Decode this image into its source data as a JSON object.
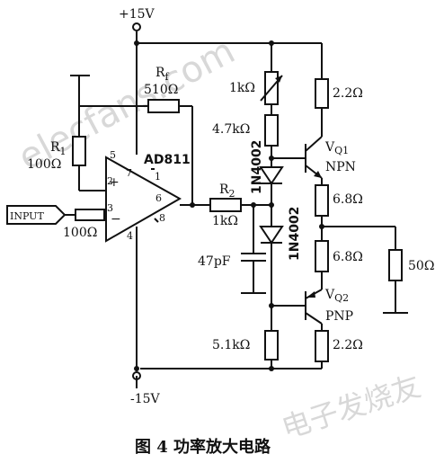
{
  "supply": {
    "pos": "+15V",
    "neg": "-15V"
  },
  "opamp": {
    "name": "AD811",
    "pins": {
      "p1": "1",
      "p2": "2",
      "p3": "3",
      "p4": "4",
      "p5": "5",
      "p6": "6",
      "p7": "7",
      "p8": "8"
    }
  },
  "components": {
    "rf_name": "R",
    "rf_sub": "f",
    "rf_value": "510Ω",
    "r1_name": "R",
    "r1_sub": "1",
    "r1_value": "100Ω",
    "r_in_value": "100Ω",
    "r2_name": "R",
    "r2_sub": "2",
    "r2_value": "1kΩ",
    "pot_value": "1kΩ",
    "r_47k": "4.7kΩ",
    "r_51k": "5.1kΩ",
    "c_value": "47pF",
    "d1_name": "1N4002",
    "d2_name": "1N4002",
    "r_22_top": "2.2Ω",
    "r_68_top": "6.8Ω",
    "r_68_bot": "6.8Ω",
    "r_22_bot": "2.2Ω",
    "load_value": "50Ω",
    "q1_name": "V",
    "q1_sub": "Q1",
    "q1_type": "NPN",
    "q2_name": "V",
    "q2_sub": "Q2",
    "q2_type": "PNP"
  },
  "input_label": "INPUT",
  "caption": "图 4   功率放大电路",
  "watermark": {
    "text1": "elecfans.com",
    "text2": "电子发烧友"
  }
}
